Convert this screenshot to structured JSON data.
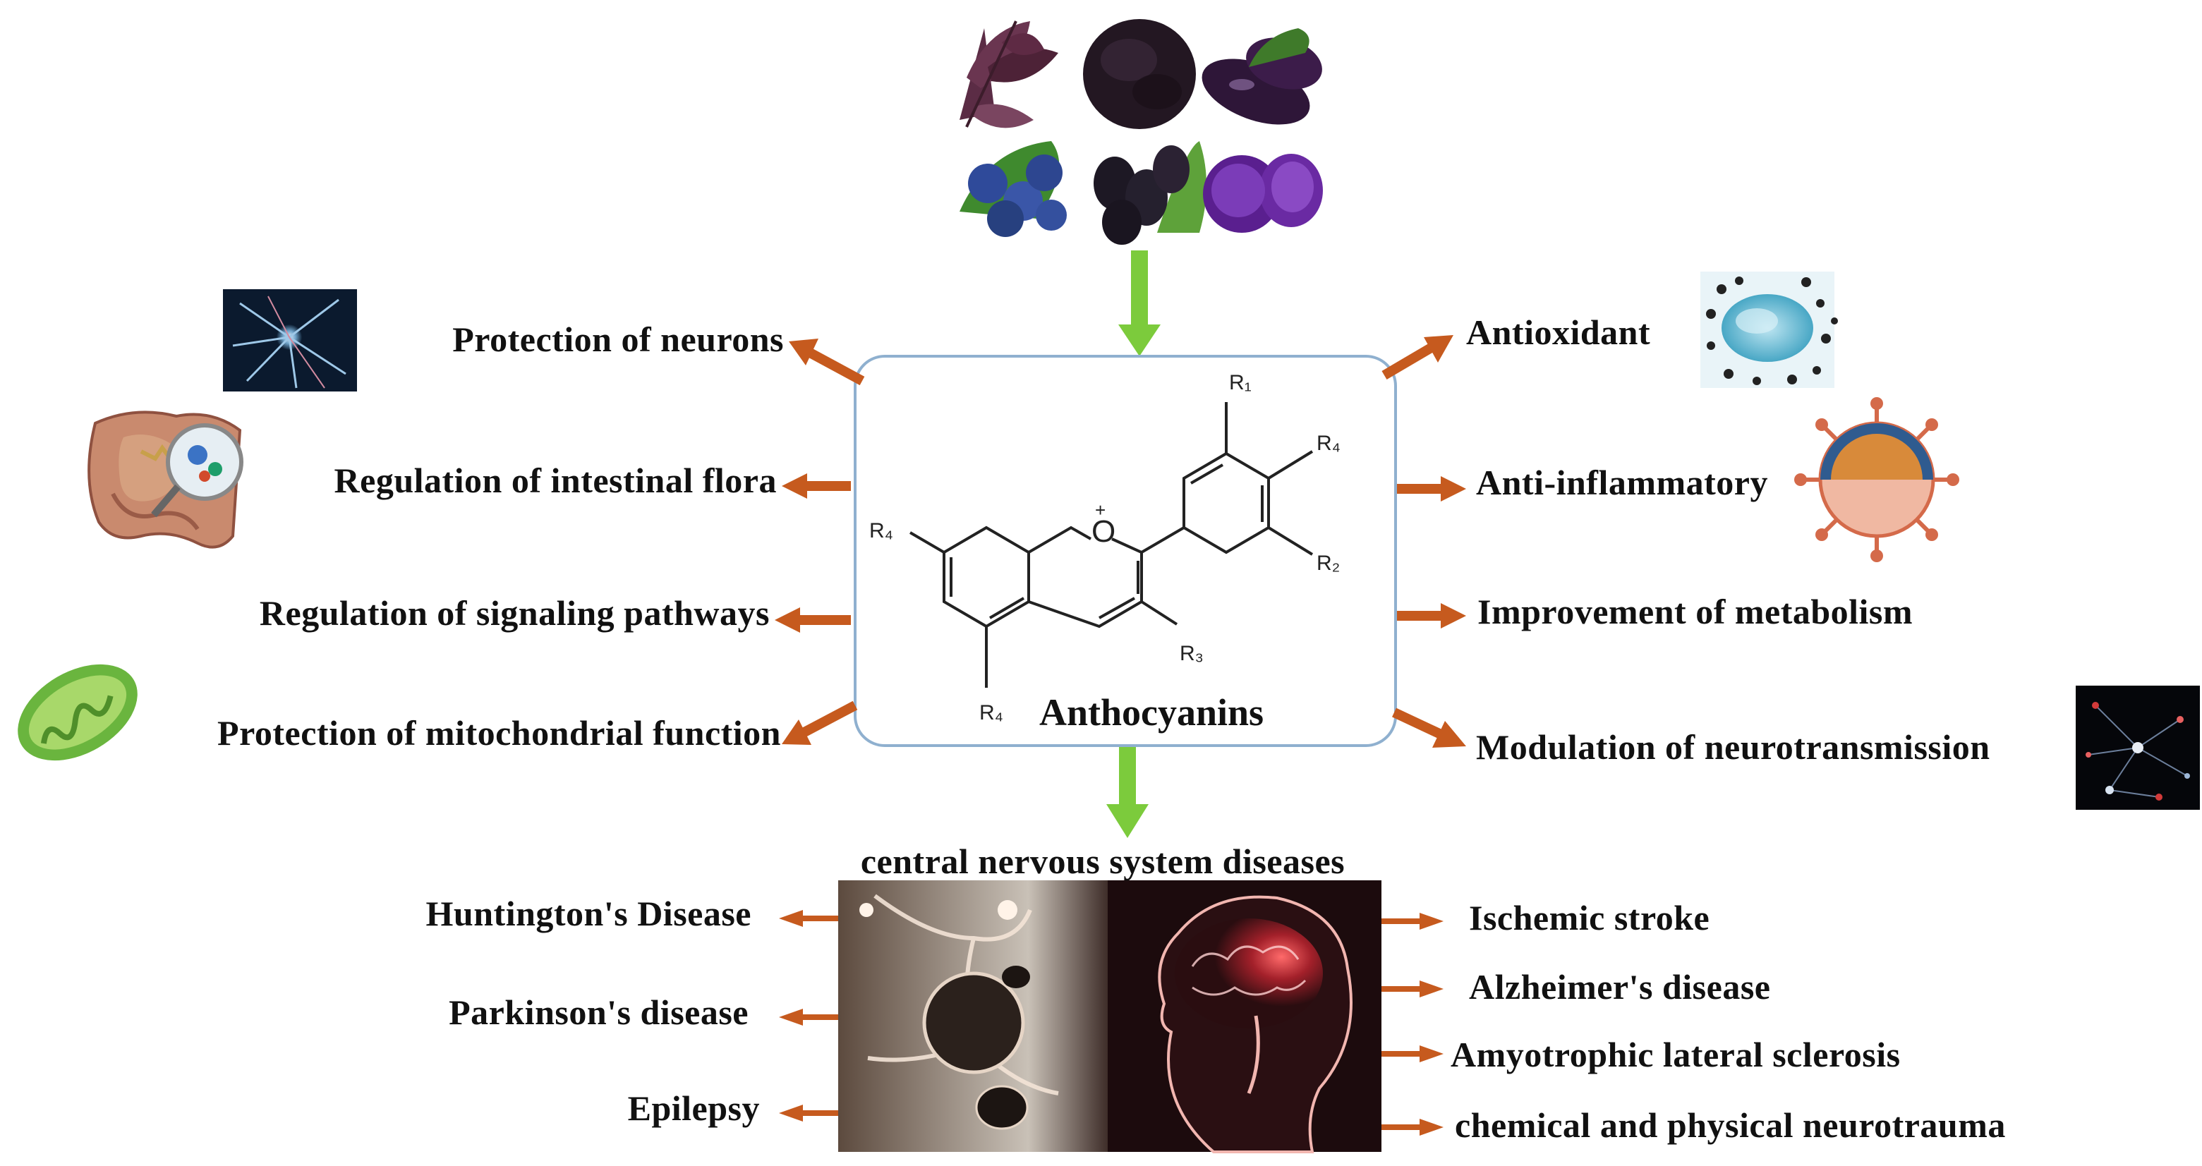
{
  "center": {
    "title": "Anthocyanins",
    "structure_labels": {
      "oxygen": "O",
      "charge": "+",
      "r1": "R₁",
      "r4_top": "R₄",
      "r2": "R₂",
      "r3": "R₃",
      "r4_left": "R₄",
      "r4_bottom": "R₄"
    }
  },
  "left_functions": [
    {
      "label": "Protection of neurons",
      "icon": "neuron-image-icon"
    },
    {
      "label": "Regulation of intestinal flora",
      "icon": "intestine-image-icon"
    },
    {
      "label": "Regulation of signaling pathways",
      "icon": ""
    },
    {
      "label": "Protection of mitochondrial  function",
      "icon": "mitochondrion-icon"
    }
  ],
  "right_functions": [
    {
      "label": "Antioxidant",
      "icon": "antioxidant-cell-icon"
    },
    {
      "label": "Anti-inflammatory",
      "icon": "virus-icon"
    },
    {
      "label": "Improvement  of metabolism",
      "icon": ""
    },
    {
      "label": "Modulation of neurotransmission",
      "icon": "neural-network-image-icon"
    }
  ],
  "foods": [
    {
      "name": "purple-basil",
      "color": "#5b2c45"
    },
    {
      "name": "black-rice",
      "color": "#231722"
    },
    {
      "name": "eggplant",
      "color": "#2e1638"
    },
    {
      "name": "blueberry",
      "color": "#2f4a9a"
    },
    {
      "name": "mulberry",
      "color": "#1d1824"
    },
    {
      "name": "purple-potato",
      "color": "#5a1f8f"
    }
  ],
  "diseases": {
    "heading": "central nervous system diseases",
    "left": [
      "Huntington's Disease",
      "Parkinson's disease",
      "Epilepsy"
    ],
    "right": [
      "Ischemic stroke",
      "Alzheimer's disease",
      "Amyotrophic  lateral sclerosis",
      "chemical and physical neurotrauma"
    ]
  },
  "colors": {
    "arrow_orange": "#c65a1e",
    "arrow_green": "#7ccb3c",
    "box_border": "#8fb0cf"
  }
}
